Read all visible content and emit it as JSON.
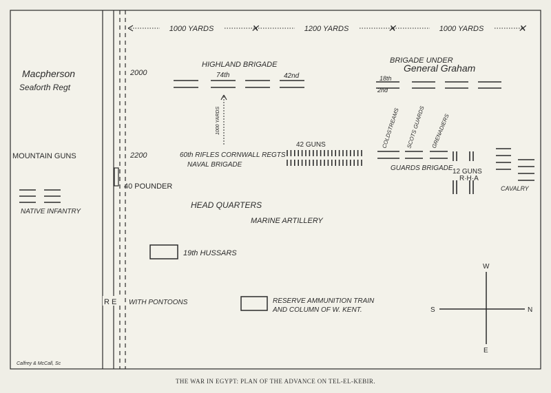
{
  "distances": [
    "1000 YARDS",
    "1200 YARDS",
    "1000 YARDS"
  ],
  "units": {
    "macpherson": "Macpherson",
    "seaforth": "Seaforth Regt",
    "mountain_guns": "MOUNTAIN GUNS",
    "native_infantry": "NATIVE INFANTRY",
    "highland_brigade": "HIGHLAND BRIGADE",
    "r74": "74th",
    "r42": "42nd",
    "brigade_under_graham_1": "BRIGADE UNDER",
    "brigade_under_graham_2": "General Graham",
    "r18": "18th",
    "r2": "2nd",
    "coldstreams": "COLDSTREAMS",
    "scots_guards": "SCOTS GUARDS",
    "grenadiers": "GRENADIERS",
    "guards_brigade": "GUARDS BRIGADE",
    "rifles_1": "60th RIFLES CORNWALL REGTS",
    "naval_brigade": "NAVAL BRIGADE",
    "guns42": "42 GUNS",
    "guns12_1": "12 GUNS",
    "guns12_2": "R·H·A",
    "cavalry": "CAVALRY",
    "forty_pounder": "40 POUNDER",
    "head_quarters": "HEAD QUARTERS",
    "marine_artillery": "MARINE ARTILLERY",
    "hussars": "19th HUSSARS",
    "re_pontoons_re": "R E",
    "re_pontoons_with": "WITH PONTOONS",
    "reserve_1": "RESERVE AMMUNITION TRAIN",
    "reserve_2": "AND COLUMN OF W. KENT.",
    "yards_1000": "1000 YARDS"
  },
  "grid_labels": {
    "m2000": "2000",
    "m2200": "2200"
  },
  "compass": {
    "w": "W",
    "e": "E",
    "s": "S",
    "n": "N"
  },
  "engraver": "Calfrey & McCall, Sc",
  "caption": "THE WAR IN EGYPT: PLAN OF THE ADVANCE ON TEL-EL-KEBIR."
}
